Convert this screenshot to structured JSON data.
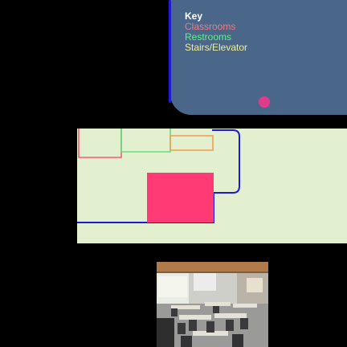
{
  "key": {
    "title": "Key",
    "items": [
      {
        "label": "Classrooms",
        "color": "#f07a86"
      },
      {
        "label": "Restrooms",
        "color": "#5ef08a"
      },
      {
        "label": "Stairs/Elevator",
        "color": "#f2f08c"
      }
    ]
  },
  "floorplan": {
    "background": "#e2f0cf",
    "wall_color": "#1e1bd6",
    "highlight_color": "#ff3a74"
  },
  "photo": {
    "subject": "classroom-interior"
  }
}
